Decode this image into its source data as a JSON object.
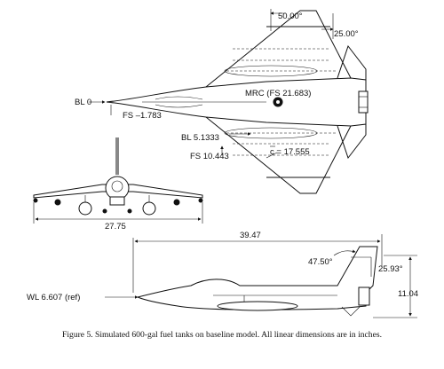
{
  "labels": {
    "sweep_leading": "50.00°",
    "sweep_trailing": "25.00°",
    "mrc": "MRC (FS 21.683)",
    "bl0": "BL 0",
    "fs_nose": "FS –1.783",
    "bl_tank": "BL 5.1333",
    "cbar_prefix": "c",
    "cbar_value": " = 17.555",
    "fs_tank": "FS 10.443",
    "span": "27.75",
    "length": "39.47",
    "fin_lead": "47.50°",
    "fin_trail": "25.93°",
    "height": "11.04",
    "wl": "WL 6.607 (ref)"
  },
  "caption": "Figure 5. Simulated 600-gal fuel tanks on baseline model. All linear dimensions are in inches."
}
